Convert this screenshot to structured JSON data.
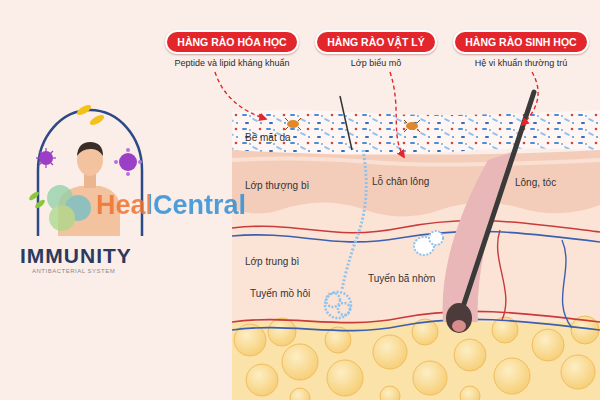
{
  "diagram": {
    "nodes": [
      {
        "text": [
          "HÀNG RÀO HÓA HỌC",
          "Peptide và lipid kháng khuẩn"
        ]
      },
      {
        "text": [
          "HÀNG RÀO VẬT LÝ",
          "Lớp biểu mô"
        ]
      },
      {
        "text": [
          "HÀNG RÀO SINH HỌC",
          "Hệ vi khuẩn thường trú"
        ]
      }
    ],
    "labels": [
      "Bề mặt da",
      "Lớp thượng bì",
      "Lớp trung bì",
      "Lỗ chân lông",
      "Lông, tóc",
      "Tuyến mồ hôi",
      "Tuyến bã nhờn",
      "IMMUNITY",
      "ANTIBACTERIAL SYSTEM",
      "HealCentral"
    ]
  }
}
